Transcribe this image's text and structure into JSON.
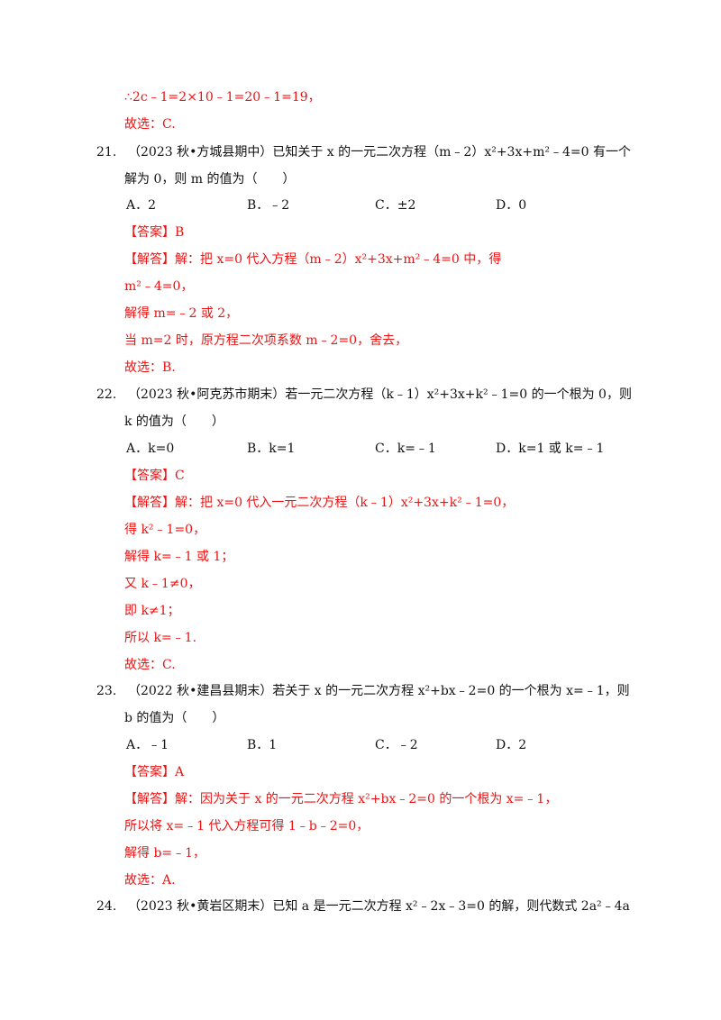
{
  "top": {
    "line1": "∴2c﹣1=2×10﹣1=20﹣1=19，",
    "line2": "故选：C."
  },
  "questions": [
    {
      "number": "21.",
      "line1": "（2023 秋•方城县期中）已知关于 x 的一元二次方程（m﹣2）x²+3x+m²﹣4=0 有一个",
      "line2": "解为 0，则 m 的值为（　　）",
      "options": [
        "A．2",
        "B．﹣2",
        "C．±2",
        "D．0"
      ],
      "answer": "【答案】B",
      "solution": [
        "【解答】解：把 x=0 代入方程（m﹣2）x²+3x+m²﹣4=0 中，得",
        "m²﹣4=0，",
        "解得 m=﹣2 或 2，",
        "当 m=2 时，原方程二次项系数 m﹣2=0，舍去，",
        "故选：B."
      ]
    },
    {
      "number": "22.",
      "line1": "（2023 秋•阿克苏市期末）若一元二次方程（k﹣1）x²+3x+k²﹣1=0 的一个根为 0，则",
      "line2": "k 的值为（　　）",
      "options": [
        "A．k=0",
        "B．k=1",
        "C．k=﹣1",
        "D．k=1 或 k=﹣1"
      ],
      "answer": "【答案】C",
      "solution": [
        "【解答】解：把 x=0 代入一元二次方程（k﹣1）x²+3x+k²﹣1=0，",
        "得 k²﹣1=0，",
        "解得 k=﹣1 或 1；",
        "又 k﹣1≠0，",
        "即 k≠1；",
        "所以 k=﹣1.",
        "故选：C."
      ]
    },
    {
      "number": "23.",
      "line1": "（2022 秋•建昌县期末）若关于 x 的一元二次方程 x²+bx﹣2=0 的一个根为 x=﹣1，则",
      "line2": "b 的值为（　　）",
      "options": [
        "A．﹣1",
        "B．1",
        "C．﹣2",
        "D．2"
      ],
      "answer": "【答案】A",
      "solution": [
        "【解答】解：因为关于 x 的一元二次方程 x²+bx﹣2=0 的一个根为 x=﹣1，",
        "所以将 x=﹣1 代入方程可得 1﹣b﹣2=0，",
        "解得 b=﹣1，",
        "故选：A."
      ]
    },
    {
      "number": "24.",
      "line1": "（2023 秋•黄岩区期末）已知 a 是一元二次方程 x²﹣2x﹣3=0 的解，则代数式 2a²﹣4a"
    }
  ]
}
